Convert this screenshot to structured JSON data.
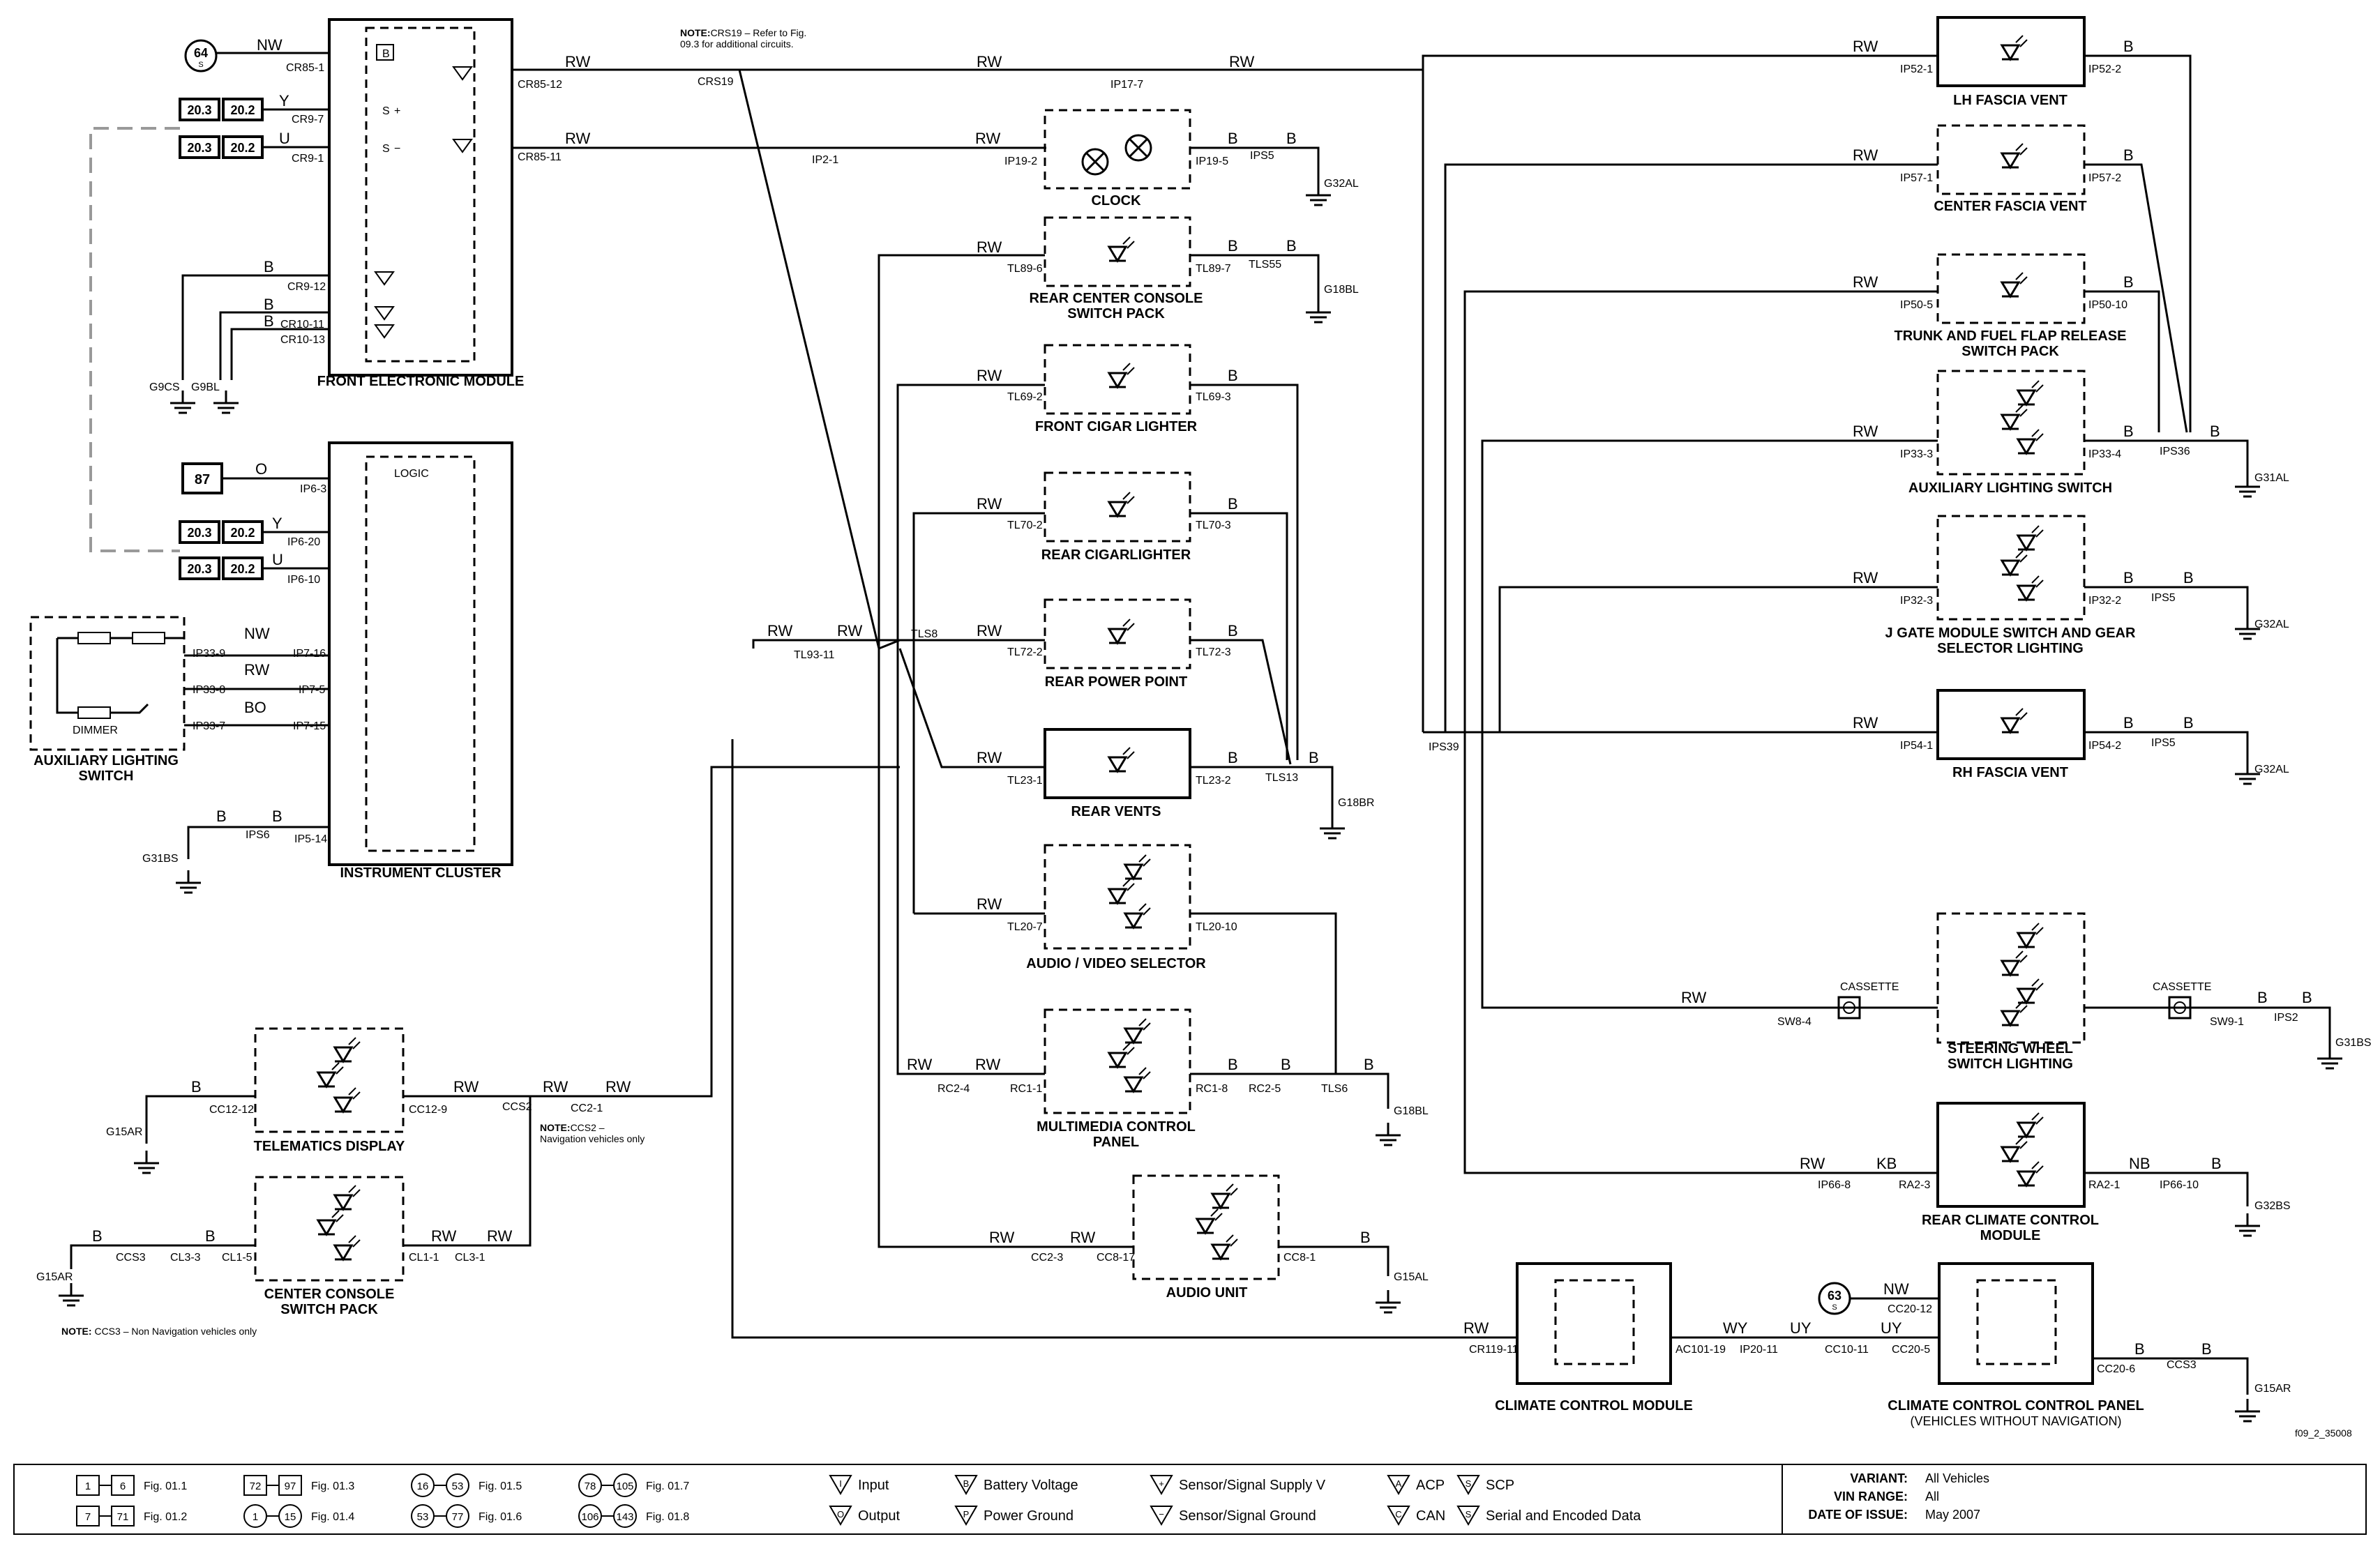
{
  "components": {
    "fem": "FRONT ELECTRONIC MODULE",
    "ic": "INSTRUMENT CLUSTER",
    "als_left": "AUXILIARY LIGHTING\nSWITCH",
    "dimmer": "DIMMER",
    "clock": "CLOCK",
    "rccsp": "REAR CENTER CONSOLE\nSWITCH PACK",
    "fcl": "FRONT CIGAR LIGHTER",
    "rcl": "REAR CIGARLIGHTER",
    "rpp": "REAR POWER POINT",
    "rv": "REAR VENTS",
    "avs": "AUDIO / VIDEO SELECTOR",
    "mcp": "MULTIMEDIA CONTROL\nPANEL",
    "au": "AUDIO UNIT",
    "td": "TELEMATICS DISPLAY",
    "ccsp": "CENTER CONSOLE\nSWITCH PACK",
    "ccm": "CLIMATE CONTROL MODULE",
    "cccp": "CLIMATE CONTROL CONTROL PANEL",
    "cccp_sub": "(VEHICLES WITHOUT NAVIGATION)",
    "lhfv": "LH FASCIA VENT",
    "cfv": "CENTER FASCIA VENT",
    "tffr": "TRUNK AND FUEL FLAP RELEASE\nSWITCH PACK",
    "als_right": "AUXILIARY LIGHTING SWITCH",
    "jgate": "J GATE MODULE SWITCH AND GEAR\nSELECTOR LIGHTING",
    "rhfv": "RH FASCIA VENT",
    "swsl": "STEERING WHEEL\nSWITCH LIGHTING",
    "rccm": "REAR CLIMATE CONTROL\nMODULE",
    "cassette": "CASSETTE"
  },
  "notes": {
    "crs19_bold": "NOTE:",
    "crs19": "CRS19 – Refer to Fig.",
    "crs19_2": "09.3 for additional circuits.",
    "ccs2_bold": "NOTE:",
    "ccs2": "CCS2 –",
    "ccs2_2": "Navigation vehicles only",
    "ccs3_bold": "NOTE:",
    "ccs3": "CCS3 – Non Navigation vehicles only",
    "figid": "f09_2_35008"
  },
  "refs": {
    "r64": "64",
    "r87": "87",
    "r63": "63",
    "r203": "20.3",
    "r202": "20.2",
    "s": "S"
  },
  "legend": {
    "figs": [
      {
        "a": "1",
        "b": "6",
        "fig": "Fig. 01.1"
      },
      {
        "a": "7",
        "b": "71",
        "fig": "Fig. 01.2"
      },
      {
        "a": "72",
        "b": "97",
        "fig": "Fig. 01.3"
      },
      {
        "a": "1",
        "b": "15",
        "fig": "Fig. 01.4"
      },
      {
        "a": "16",
        "b": "53",
        "fig": "Fig. 01.5"
      },
      {
        "a": "53",
        "b": "77",
        "fig": "Fig. 01.6"
      },
      {
        "a": "78",
        "b": "105",
        "fig": "Fig. 01.7"
      },
      {
        "a": "106",
        "b": "143",
        "fig": "Fig. 01.8"
      }
    ],
    "symbols": [
      {
        "sym": "I",
        "label": "Input"
      },
      {
        "sym": "O",
        "label": "Output"
      },
      {
        "sym": "B",
        "label": "Battery Voltage"
      },
      {
        "sym": "P",
        "label": "Power Ground"
      },
      {
        "sym": "+",
        "label": "Sensor/Signal Supply V"
      },
      {
        "sym": "−",
        "label": "Sensor/Signal Ground"
      },
      {
        "sym": "A",
        "label": "ACP"
      },
      {
        "sym": "C",
        "label": "CAN"
      },
      {
        "sym": "S",
        "label": "SCP"
      },
      {
        "sym": "S",
        "label": "Serial and Encoded Data"
      }
    ],
    "variant_label": "VARIANT:",
    "variant": "All Vehicles",
    "vin_label": "VIN RANGE:",
    "vin": "All",
    "date_label": "DATE OF ISSUE:",
    "date": "May 2007"
  },
  "logic": "LOGIC"
}
